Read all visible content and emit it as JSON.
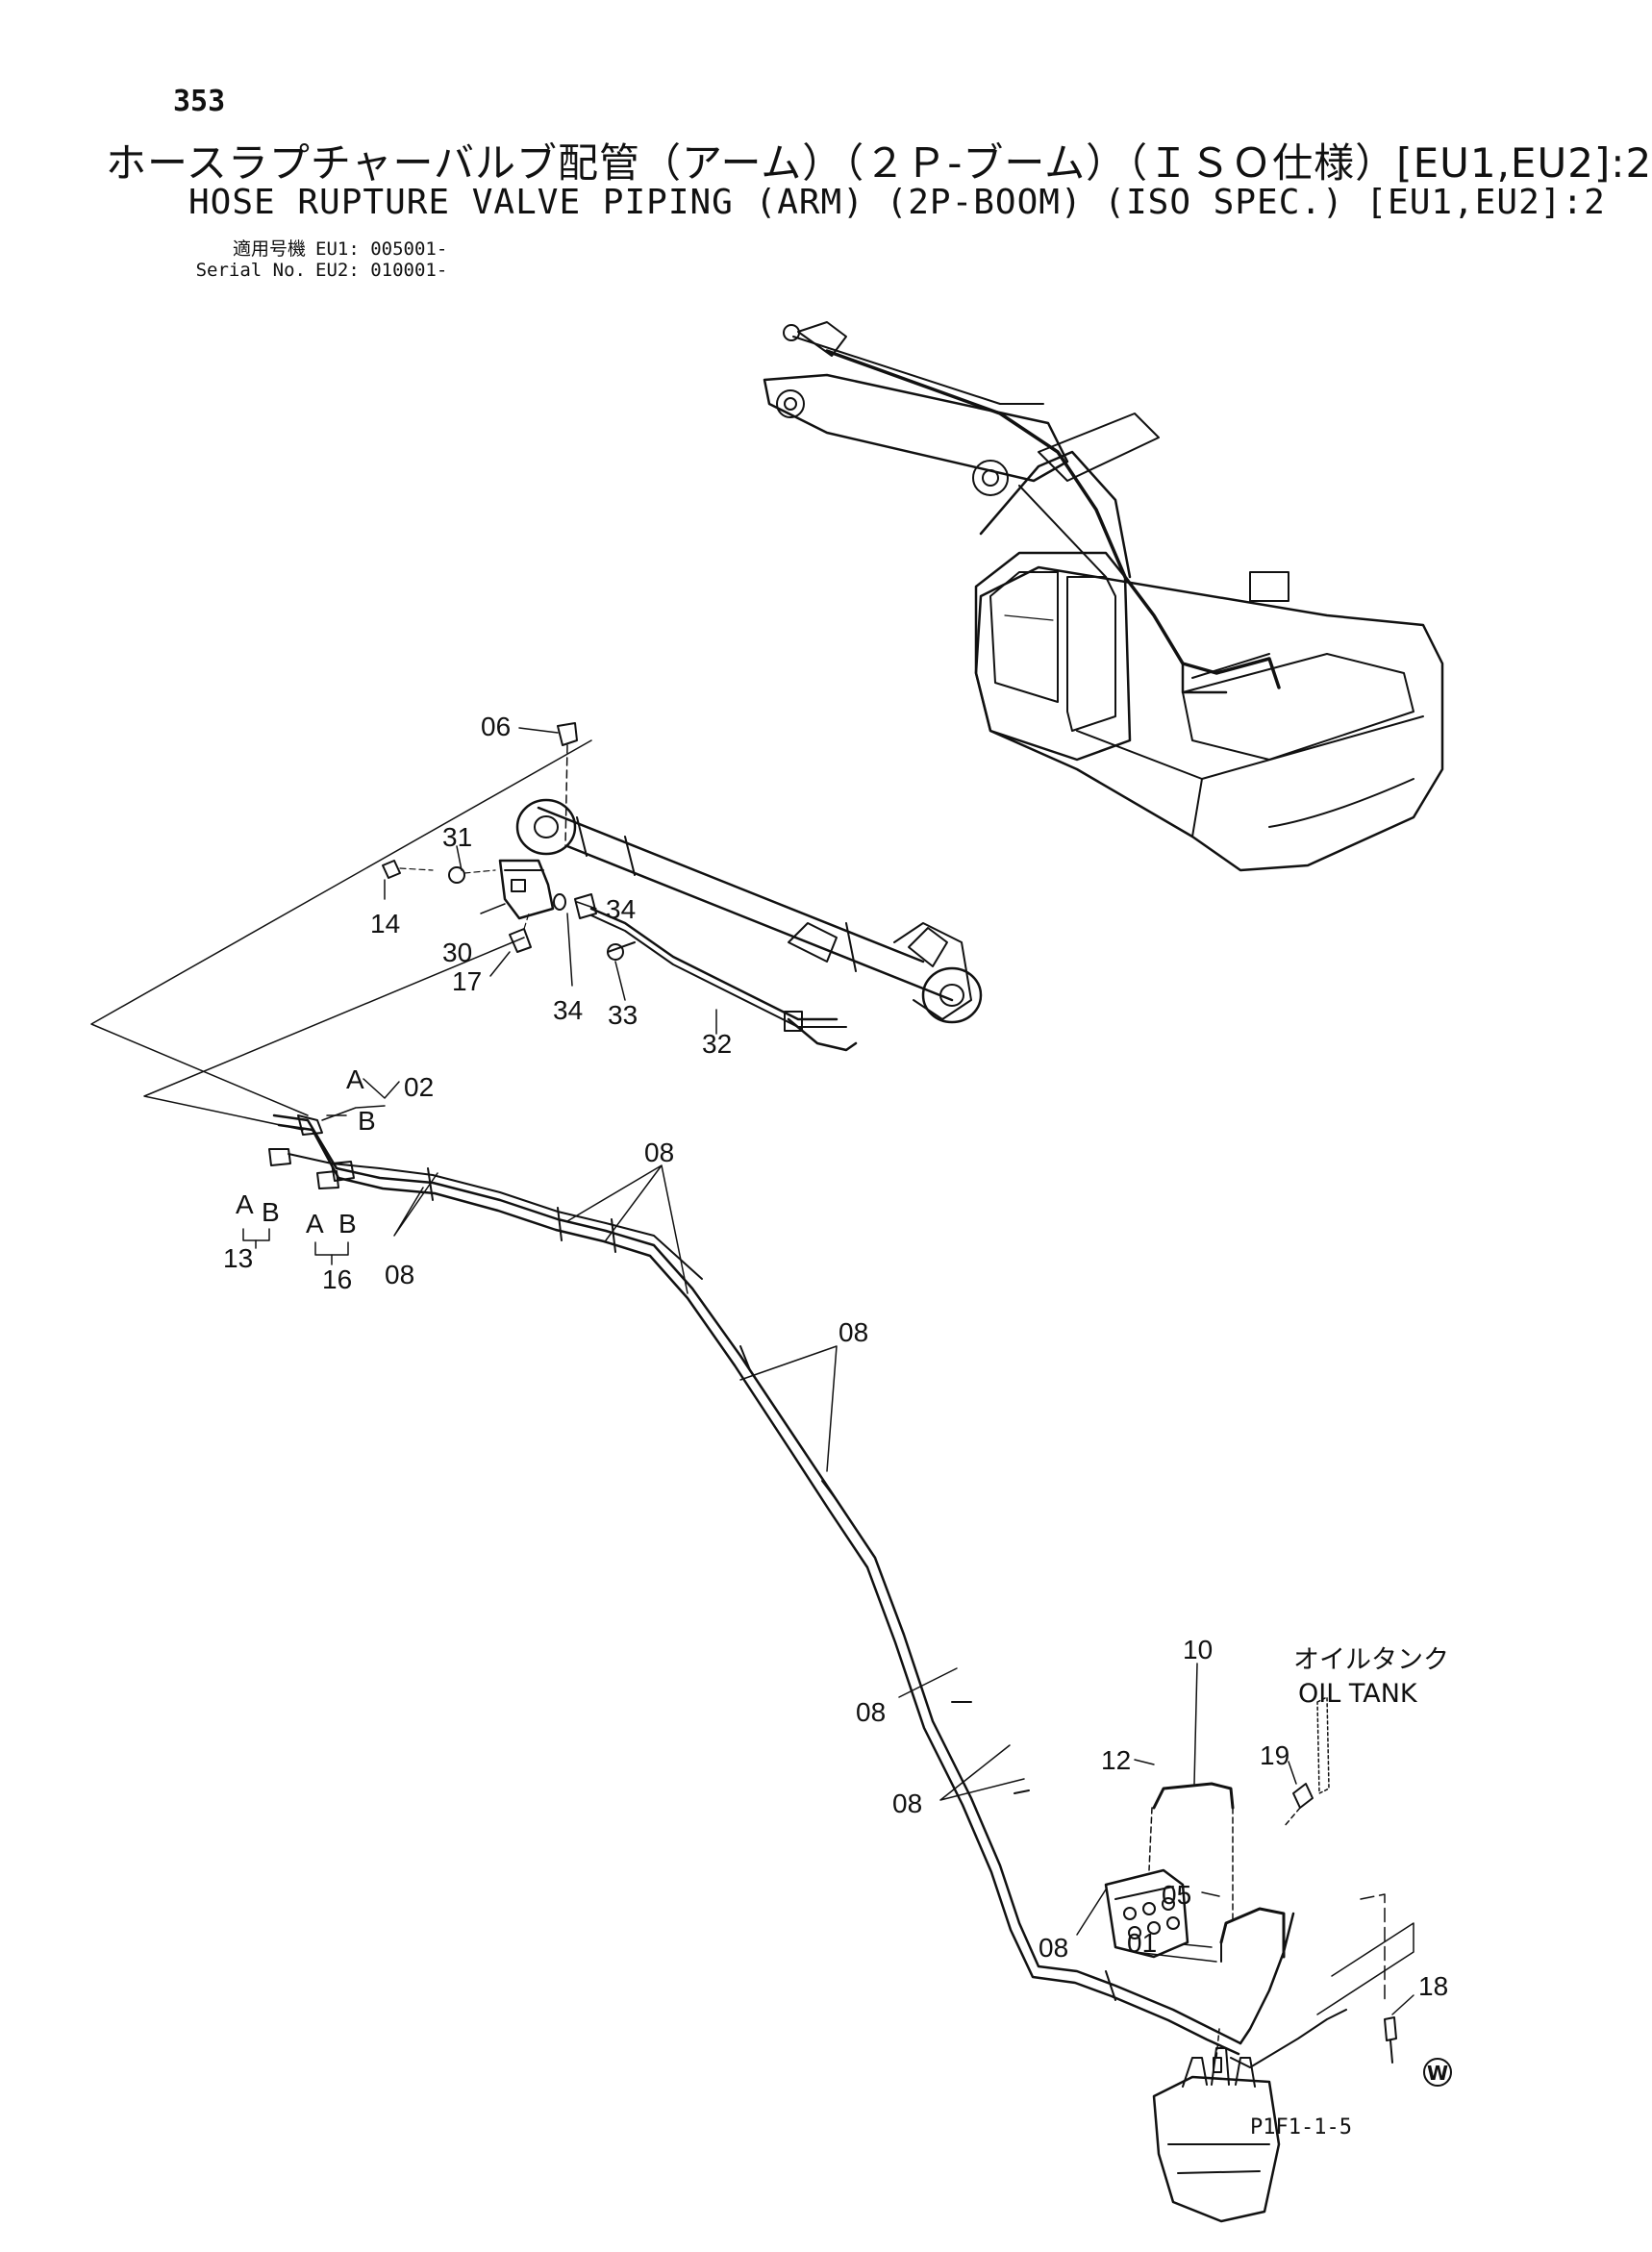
{
  "header": {
    "page_number": "353",
    "title_jp": "ホースラプチャーバルブ配管（アーム）（２Ｐ-ブーム）（ＩＳＯ仕様）[EU1,EU2]:2",
    "title_en": "HOSE RUPTURE VALVE PIPING (ARM) (2P-BOOM) (ISO SPEC.) [EU1,EU2]:2",
    "serial_label_jp": "適用号機",
    "serial_label_en": "Serial No.",
    "serial_eu1": "EU1: 005001-",
    "serial_eu2": "EU2: 010001-"
  },
  "callouts": {
    "c06": "06",
    "c31": "31",
    "c14": "14",
    "c30": "30",
    "c34a": "34",
    "c17": "17",
    "c34b": "34",
    "c33": "33",
    "c32": "32",
    "c02": "02",
    "c02a": "A",
    "c02b": "B",
    "c13a": "A",
    "c13b": "B",
    "c13": "13",
    "c16a": "A",
    "c16b": "B",
    "c16": "16",
    "c08a": "08",
    "c08b": "08",
    "c08c": "08",
    "c08d": "08",
    "c08e": "08",
    "c08f": "08",
    "c10": "10",
    "c12": "12",
    "c19": "19",
    "c05": "05",
    "c01": "01",
    "c18": "18"
  },
  "oil_tank": {
    "jp": "オイルタンク",
    "en": "OIL TANK"
  },
  "mark": "W",
  "figure_code": "P1F1-1-5"
}
